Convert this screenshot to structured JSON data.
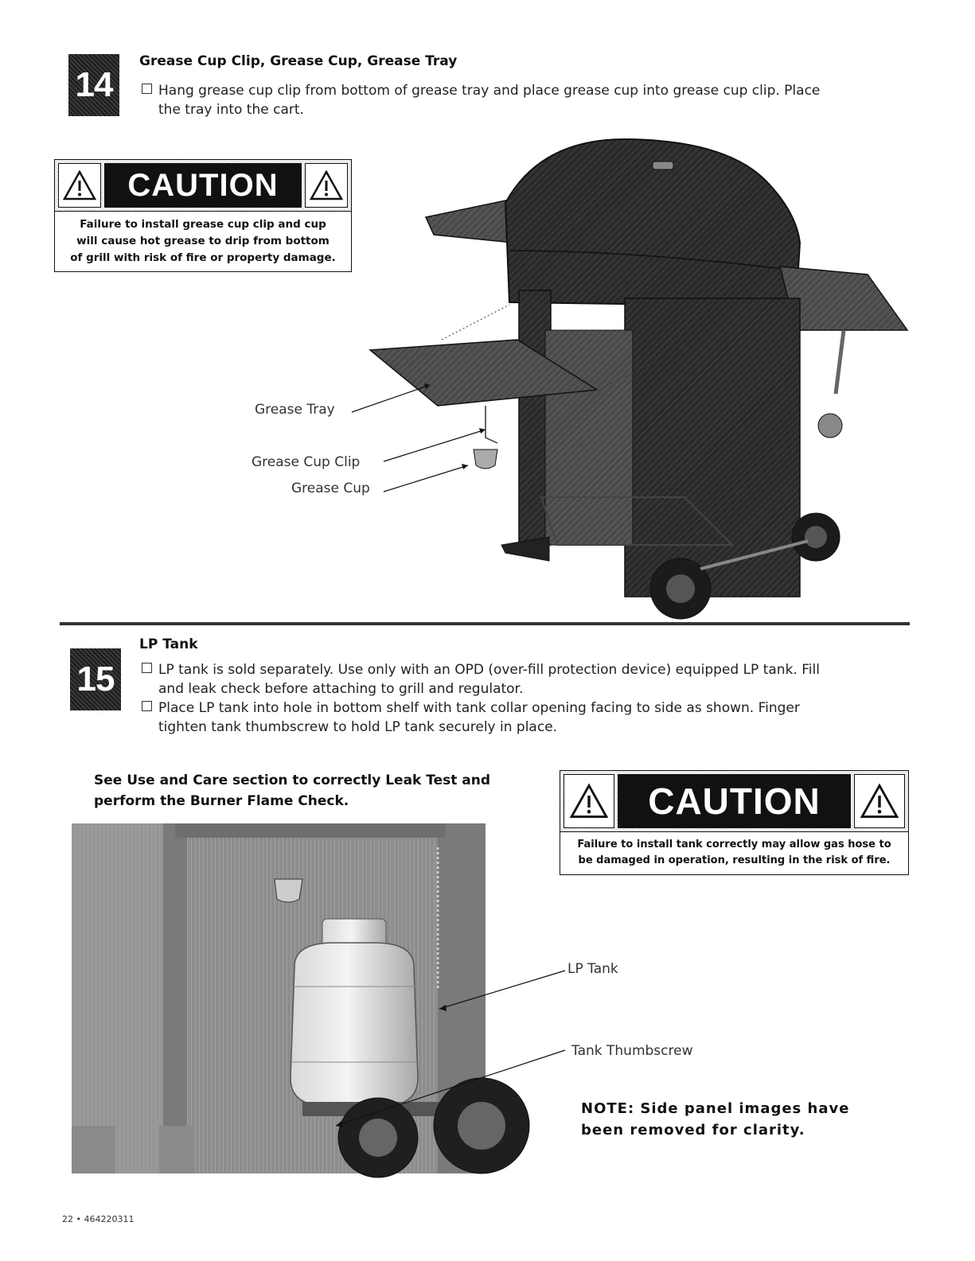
{
  "step14": {
    "number": "14",
    "title": "Grease Cup Clip, Grease Cup, Grease Tray",
    "bullets": [
      "Hang grease cup clip from bottom of grease tray and place grease cup into grease cup clip. Place",
      "the tray into the cart."
    ]
  },
  "caution1": {
    "word": "CAUTION",
    "lines": [
      "Failure to install grease cup clip and cup",
      "will cause hot grease to drip from bottom",
      "of grill with risk of fire or property damage."
    ]
  },
  "fig1_labels": {
    "grease_tray": "Grease Tray",
    "grease_cup_clip": "Grease Cup Clip",
    "grease_cup": "Grease Cup"
  },
  "step15": {
    "number": "15",
    "title": "LP Tank",
    "bullet1_line1": "LP tank is sold separately. Use only with an OPD (over-fill protection device) equipped LP tank. Fill",
    "bullet1_line2": "and leak check before attaching to grill and regulator.",
    "bullet2_line1": "Place LP tank into hole in bottom shelf with tank collar opening facing to side as shown. Finger",
    "bullet2_line2": "tighten tank thumbscrew to hold LP tank securely in place."
  },
  "see_use": [
    "See Use and Care section to correctly Leak Test and",
    "perform the Burner Flame Check."
  ],
  "caution2": {
    "word": "CAUTION",
    "lines": [
      "Failure to install tank correctly may allow gas hose to",
      "be damaged in operation, resulting in the risk of fire."
    ]
  },
  "fig2_labels": {
    "lp_tank": "LP Tank",
    "tank_thumbscrew": "Tank Thumbscrew"
  },
  "note": [
    "NOTE: Side panel images have",
    "been removed for clarity."
  ],
  "footer": "22 • 464220311"
}
